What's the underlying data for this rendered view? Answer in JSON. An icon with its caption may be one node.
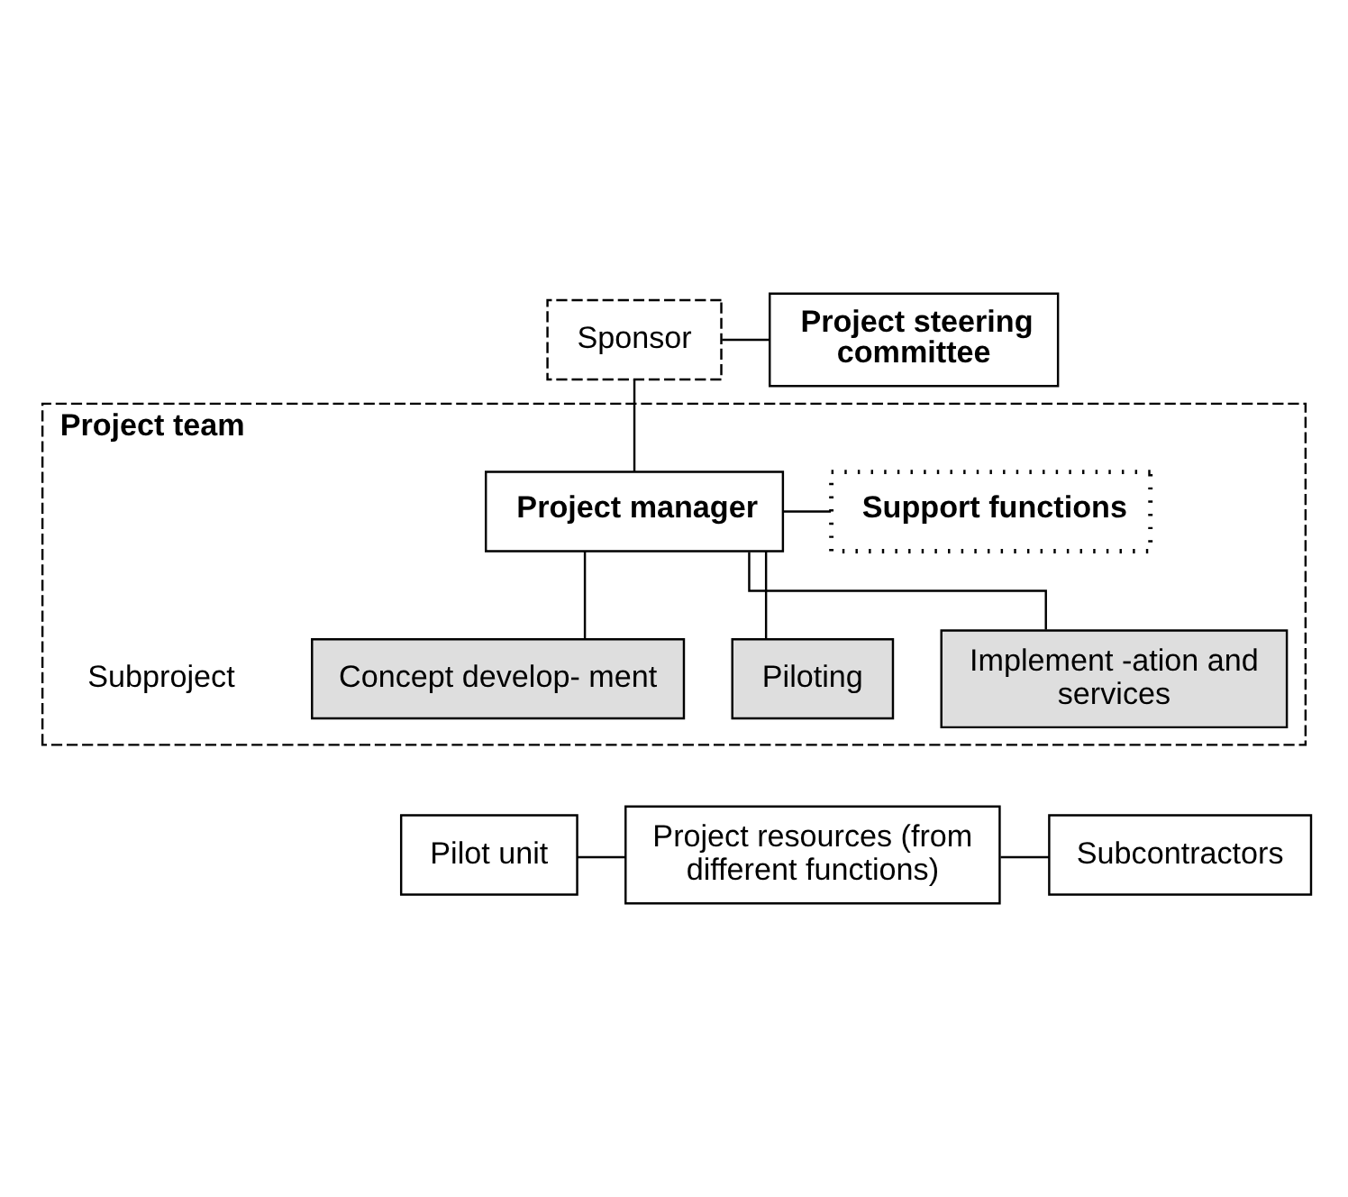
{
  "diagram": {
    "nodes": [
      {
        "text": [
          "Sponsor"
        ]
      },
      {
        "text": [
          "Project steering committee"
        ]
      },
      {
        "text": [
          "Project team"
        ]
      },
      {
        "text": [
          "Project manager"
        ],
        "in": 2
      },
      {
        "text": [
          "Support functions"
        ],
        "in": 2
      },
      {
        "text": [
          "Concept develop- ment"
        ],
        "in": 2
      },
      {
        "text": [
          "Piloting"
        ],
        "in": 2
      },
      {
        "text": [
          "Implement -ation and services"
        ],
        "in": 2
      },
      {
        "text": [
          "Pilot unit"
        ]
      },
      {
        "text": [
          "Project resources (from different functions)"
        ]
      },
      {
        "text": [
          "Subcontractors"
        ]
      }
    ],
    "edges": [
      {
        "from": 0,
        "to": 1,
        "arrow": "none"
      },
      {
        "from": 0,
        "to": 3,
        "arrow": "none"
      },
      {
        "from": 3,
        "to": 4,
        "arrow": "none"
      },
      {
        "from": 3,
        "to": 5,
        "arrow": "none"
      },
      {
        "from": 3,
        "to": 6,
        "arrow": "none"
      },
      {
        "from": 3,
        "to": 7,
        "arrow": "none"
      },
      {
        "from": 8,
        "to": 9,
        "arrow": "none"
      },
      {
        "from": 9,
        "to": 10,
        "arrow": "none"
      }
    ],
    "labels": [
      "Subproject"
    ]
  }
}
